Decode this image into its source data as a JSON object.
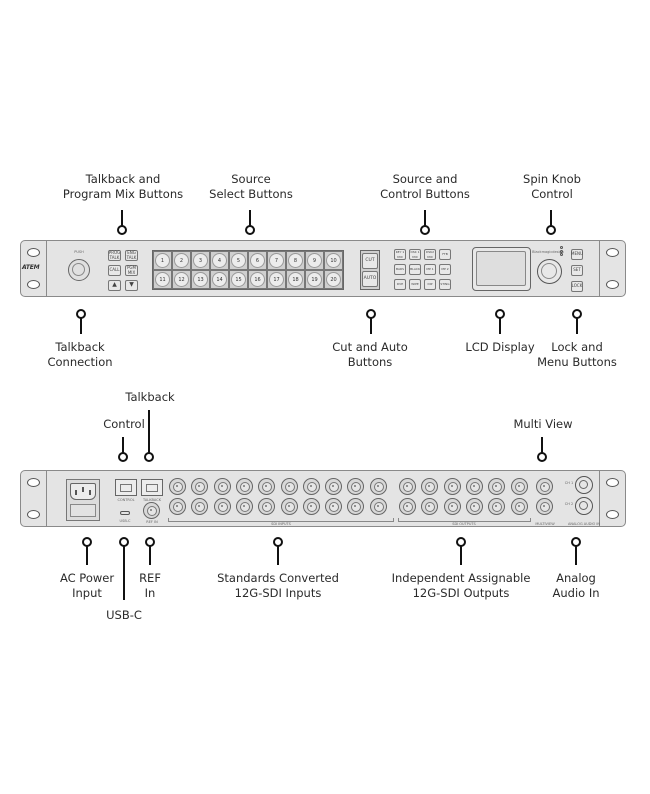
{
  "front_panel": {
    "brand_logo": "ATEM",
    "talkback_connector_label": "PUSH",
    "talkback_buttons": [
      "PROG TALK",
      "ENG TALK",
      "CALL",
      "PGM MIX",
      "▲",
      "▼"
    ],
    "source_buttons": [
      "1",
      "2",
      "3",
      "4",
      "5",
      "6",
      "7",
      "8",
      "9",
      "10",
      "11",
      "12",
      "13",
      "14",
      "15",
      "16",
      "17",
      "18",
      "19",
      "20"
    ],
    "transition_buttons": [
      "CUT",
      "AUTO"
    ],
    "control_buttons": [
      "KEY 1 MIX",
      "DSK 1 MIX",
      "DSK2 MIX",
      "FTB",
      "BARS",
      "BLACK",
      "MP 1",
      "MP 2",
      "DVE",
      "WIPE",
      "DIP",
      "STING"
    ],
    "manufacturer": "Blackmagicdesign",
    "side_buttons": [
      "MENU",
      "SET",
      "LOCK"
    ]
  },
  "rear_panel": {
    "port_labels": {
      "control": "CONTROL",
      "talkback": "TALKBACK",
      "usb": "USB-C",
      "ref": "REF IN",
      "sdi_inputs": "SDI INPUTS",
      "sdi_outputs": "SDI OUTPUTS",
      "multiview": "MULTIVIEW",
      "audio": "ANALOG AUDIO IN",
      "audio_ch1": "CH 1",
      "audio_ch2": "CH 2"
    }
  },
  "callouts": {
    "top_front": [
      {
        "line1": "Talkback and",
        "line2": "Program Mix Buttons"
      },
      {
        "line1": "Source",
        "line2": "Select Buttons"
      },
      {
        "line1": "Source and",
        "line2": "Control  Buttons"
      },
      {
        "line1": "Spin Knob",
        "line2": "Control"
      }
    ],
    "bottom_front": [
      {
        "line1": "Talkback",
        "line2": "Connection"
      },
      {
        "line1": "Cut and Auto",
        "line2": "Buttons"
      },
      {
        "line1": "LCD Display",
        "line2": ""
      },
      {
        "line1": "Lock and",
        "line2": "Menu Buttons"
      }
    ],
    "top_rear": [
      {
        "line1": "Control"
      },
      {
        "line1": "Talkback"
      },
      {
        "line1": "Multi View"
      }
    ],
    "bottom_rear": [
      {
        "line1": "AC Power",
        "line2": "Input"
      },
      {
        "line1": "USB-C"
      },
      {
        "line1": "REF",
        "line2": "In"
      },
      {
        "line1": "Standards Converted",
        "line2": "12G-SDI Inputs"
      },
      {
        "line1": "Independent Assignable",
        "line2": "12G-SDI Outputs"
      },
      {
        "line1": "Analog",
        "line2": "Audio In"
      }
    ]
  }
}
